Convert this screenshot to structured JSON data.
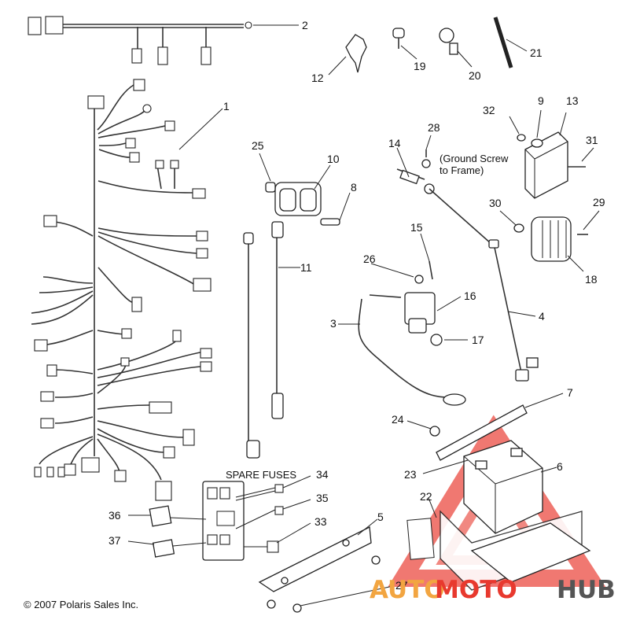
{
  "title": "",
  "callouts": [
    "1",
    "2",
    "3",
    "4",
    "5",
    "6",
    "7",
    "8",
    "9",
    "10",
    "11",
    "12",
    "13",
    "14",
    "15",
    "16",
    "17",
    "18",
    "19",
    "20",
    "21",
    "22",
    "23",
    "24",
    "25",
    "26",
    "27",
    "28",
    "29",
    "30",
    "31",
    "32",
    "33",
    "34",
    "35",
    "36",
    "37"
  ],
  "note_ground": "(Ground Screw",
  "note_ground_2": "to Frame)",
  "spare_fuses": "SPARE FUSES",
  "copyright": "© 2007 Polaris Sales Inc.",
  "watermark": {
    "part1": "AUTO",
    "part2": "MOTO",
    "part3": "HUB",
    "color_orange": "#f2a541",
    "color_red": "#e8392e",
    "color_gray": "#555555"
  }
}
